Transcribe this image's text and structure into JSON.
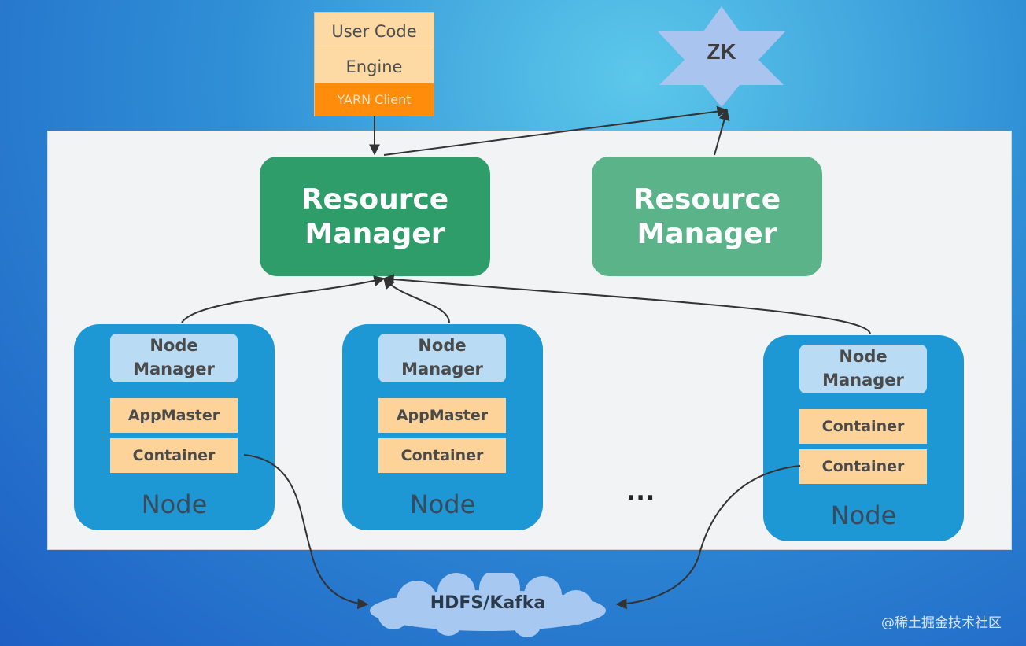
{
  "client": {
    "user_code": "User Code",
    "engine": "Engine",
    "yarn_client": "YARN Client"
  },
  "zk": {
    "label": "ZK"
  },
  "resource_managers": [
    {
      "line1": "Resource",
      "line2": "Manager"
    },
    {
      "line1": "Resource",
      "line2": "Manager"
    }
  ],
  "nodes": [
    {
      "nm_line1": "Node",
      "nm_line2": "Manager",
      "box1": "AppMaster",
      "box2": "Container",
      "label": "Node"
    },
    {
      "nm_line1": "Node",
      "nm_line2": "Manager",
      "box1": "AppMaster",
      "box2": "Container",
      "label": "Node"
    },
    {
      "nm_line1": "Node",
      "nm_line2": "Manager",
      "box1": "Container",
      "box2": "Container",
      "label": "Node"
    }
  ],
  "ellipsis": "...",
  "storage": {
    "label": "HDFS/Kafka"
  },
  "watermark": "@稀土掘金技术社区",
  "colors": {
    "rm_active": "#2e9d6a",
    "rm_standby": "#5ab389",
    "node": "#1e97d5",
    "node_manager": "#b9dcf4",
    "container": "#fdd39a",
    "yarn_client": "#ff8c0a",
    "zk": "#a9c4ef"
  }
}
